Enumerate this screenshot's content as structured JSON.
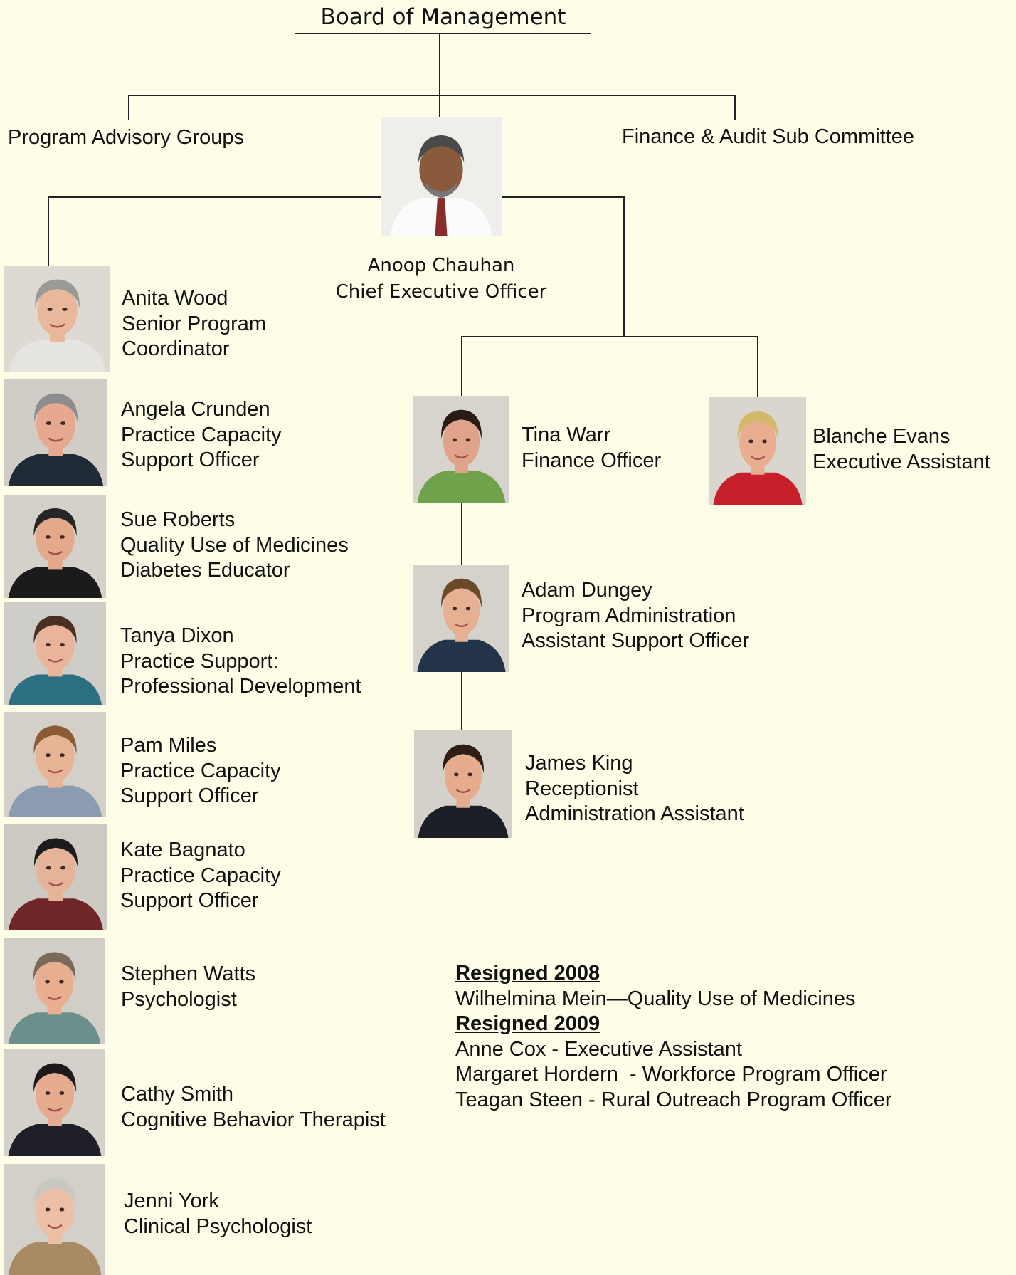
{
  "board": {
    "title": "Board of Management"
  },
  "committees": {
    "left": "Program Advisory Groups",
    "right": "Finance & Audit Sub Committee"
  },
  "ceo": {
    "name": "Anoop Chauhan",
    "role": "Chief Executive Officer"
  },
  "left_staff": [
    {
      "lines": [
        "Anita Wood",
        "Senior Program",
        "Coordinator"
      ]
    },
    {
      "lines": [
        "Angela Crunden",
        "Practice Capacity",
        "Support Officer"
      ]
    },
    {
      "lines": [
        "Sue Roberts",
        "Quality Use of Medicines",
        "Diabetes Educator"
      ]
    },
    {
      "lines": [
        "Tanya Dixon",
        "Practice Support:",
        "Professional Development"
      ]
    },
    {
      "lines": [
        "Pam Miles",
        "Practice Capacity",
        "Support Officer"
      ]
    },
    {
      "lines": [
        "Kate Bagnato",
        "Practice Capacity",
        "Support Officer"
      ]
    },
    {
      "lines": [
        "Stephen Watts",
        "Psychologist"
      ]
    },
    {
      "lines": [
        "Cathy Smith",
        "Cognitive Behavior Therapist"
      ]
    },
    {
      "lines": [
        "Jenni York",
        "Clinical Psychologist"
      ]
    }
  ],
  "right_staff": [
    {
      "lines": [
        "Tina Warr",
        "Finance Officer"
      ]
    },
    {
      "lines": [
        "Blanche Evans",
        "Executive Assistant"
      ]
    },
    {
      "lines": [
        "Adam Dungey",
        "Program Administration",
        "Assistant Support Officer"
      ]
    },
    {
      "lines": [
        "James King",
        "Receptionist",
        "Administration Assistant"
      ]
    }
  ],
  "resigned": {
    "heading_2008": "Resigned 2008",
    "items_2008": [
      "Wilhelmina Mein—Quality Use of Medicines"
    ],
    "heading_2009": "Resigned 2009",
    "items_2009": [
      "Anne Cox - Executive Assistant",
      "Margaret Hordern  - Workforce Program Officer",
      "Teagan Steen - Rural Outreach Program Officer"
    ]
  },
  "colors": {
    "background": "#fefde8",
    "lines": "#222222",
    "text": "#111111"
  }
}
